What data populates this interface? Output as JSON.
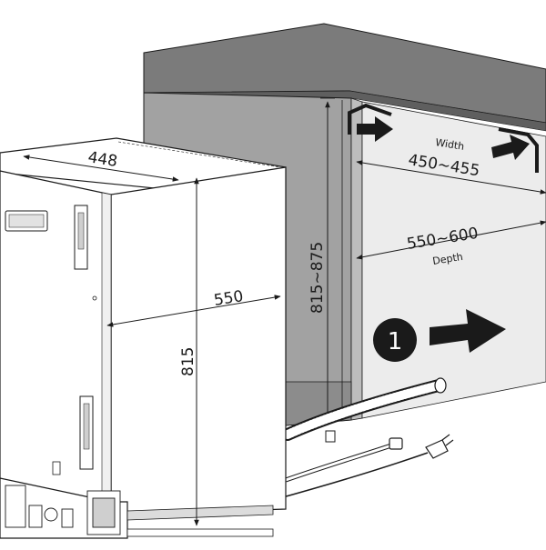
{
  "dimensions": {
    "appliance_width": "448",
    "appliance_depth": "550",
    "appliance_height": "815",
    "niche_height": "815~875",
    "niche_width_label": "Width",
    "niche_width": "450~455",
    "niche_depth": "550~600",
    "niche_depth_label": "Depth"
  },
  "step": {
    "number": "1"
  },
  "colors": {
    "cabinet_top": "#7d7d7d",
    "cabinet_front": "#9a9a9a",
    "niche_back": "#e8e8e8",
    "niche_side": "#c9c9c9",
    "niche_floor": "#8c8c8c",
    "appliance_body": "#ffffff",
    "line": "#1a1a1a"
  }
}
